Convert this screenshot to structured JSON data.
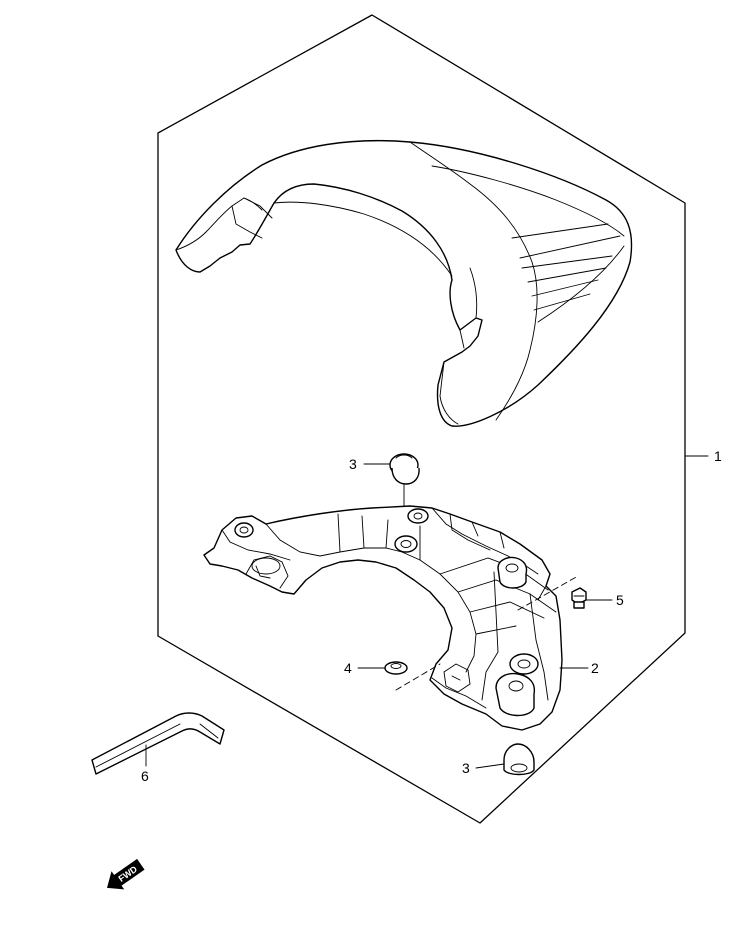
{
  "diagram": {
    "callouts": [
      {
        "id": "c1",
        "number": "1",
        "part": "seat-tail-cover-kit"
      },
      {
        "id": "c2",
        "number": "2",
        "part": "bracket-frame"
      },
      {
        "id": "c3a",
        "number": "3",
        "part": "rubber-cushion-upper"
      },
      {
        "id": "c3b",
        "number": "3",
        "part": "rubber-cushion-lower"
      },
      {
        "id": "c4",
        "number": "4",
        "part": "washer"
      },
      {
        "id": "c5",
        "number": "5",
        "part": "bolt"
      },
      {
        "id": "c6",
        "number": "6",
        "part": "hex-key-wrench"
      }
    ],
    "direction_label": "FWD"
  }
}
